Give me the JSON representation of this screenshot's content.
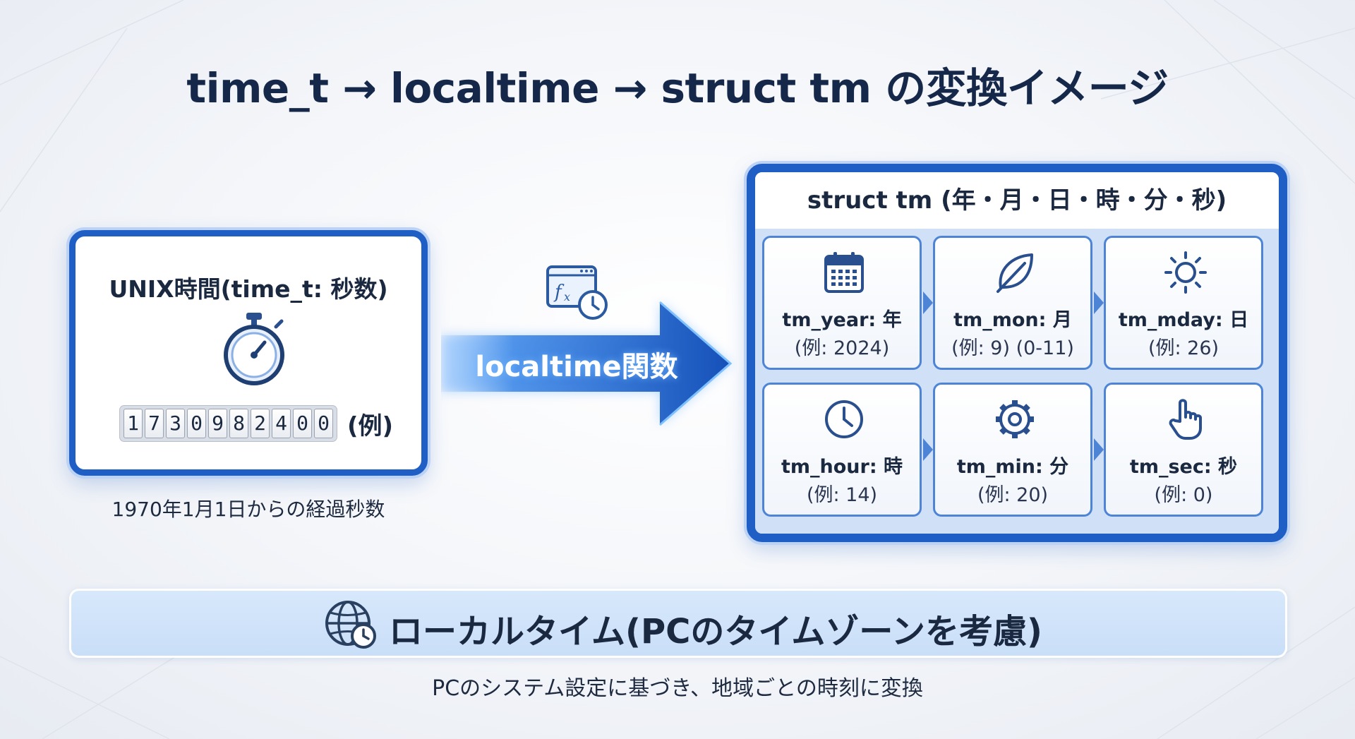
{
  "title": "time_t → localtime → struct tm の変換イメージ",
  "unix": {
    "title": "UNIX時間(time_t: 秒数)",
    "digits": [
      "1",
      "7",
      "3",
      "0",
      "9",
      "8",
      "2",
      "4",
      "0",
      "0"
    ],
    "example_label": "(例)",
    "caption": "1970年1月1日からの経過秒数"
  },
  "arrow": {
    "label": "localtime関数"
  },
  "tm": {
    "header": "struct tm (年・月・日・時・分・秒)",
    "cells": [
      {
        "name": "tm_year: 年",
        "value": "(例: 2024)",
        "icon": "calendar-icon"
      },
      {
        "name": "tm_mon: 月",
        "value": "(例: 9) (0-11)",
        "icon": "leaf-icon"
      },
      {
        "name": "tm_mday: 日",
        "value": "(例: 26)",
        "icon": "sun-icon"
      },
      {
        "name": "tm_hour: 時",
        "value": "(例: 14)",
        "icon": "clock-icon"
      },
      {
        "name": "tm_min: 分",
        "value": "(例: 20)",
        "icon": "gear-icon"
      },
      {
        "name": "tm_sec: 秒",
        "value": "(例: 0)",
        "icon": "pointer-hand-icon"
      }
    ]
  },
  "banner": {
    "text": "ローカルタイム(PCのタイムゾーンを考慮)",
    "icon": "globe-clock-icon"
  },
  "footer": {
    "caption": "PCのシステム設定に基づき、地域ごとの時刻に変換"
  },
  "colors": {
    "primary": "#1f5ec4",
    "cell_border": "#4d84d6",
    "banner_bg": "#d7e8fb",
    "text": "#14213d"
  }
}
